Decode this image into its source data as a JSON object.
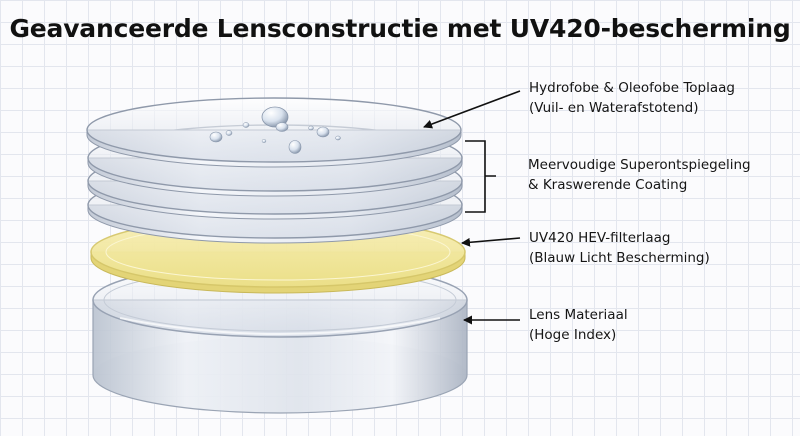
{
  "title": "Geavanceerde Lensconstructie met UV420-bescherming",
  "layers": [
    {
      "id": "hydrophobic",
      "line1": "Hydrofobe & Oleofobe Toplaag",
      "line2": "(Vuil- en Waterafstotend)"
    },
    {
      "id": "coating",
      "line1": "Meervoudige Superontspiegeling",
      "line2": "& Kraswerende Coating"
    },
    {
      "id": "uv420",
      "line1": "UV420 HEV-filterlaag",
      "line2": "(Blauw Licht Bescherming)"
    },
    {
      "id": "lens",
      "line1": "Lens Materiaal",
      "line2": "(Hoge Index)"
    }
  ],
  "colors": {
    "uv_filter": "#f3eaa0",
    "glass_edge": "#8a95a8",
    "text": "#151515"
  }
}
